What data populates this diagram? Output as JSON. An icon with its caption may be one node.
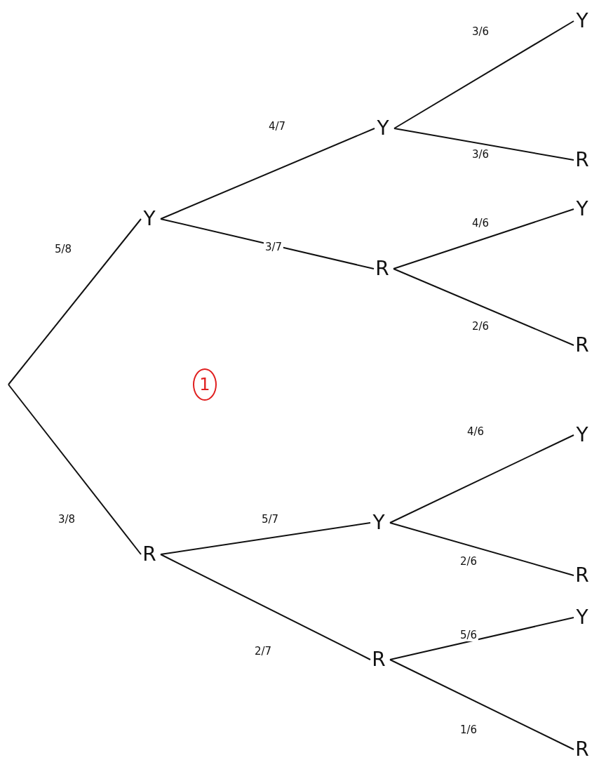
{
  "diagram": {
    "nodes": [
      {
        "text": [
          "Y"
        ]
      },
      {
        "text": [
          "Y"
        ]
      },
      {
        "text": [
          "Y"
        ]
      },
      {
        "text": [
          "R"
        ]
      },
      {
        "text": [
          "R"
        ]
      },
      {
        "text": [
          "Y"
        ]
      },
      {
        "text": [
          "R"
        ]
      },
      {
        "text": [
          "R"
        ]
      },
      {
        "text": [
          "Y"
        ]
      },
      {
        "text": [
          "Y"
        ]
      },
      {
        "text": [
          "R"
        ]
      },
      {
        "text": [
          "R"
        ]
      },
      {
        "text": [
          "Y"
        ]
      },
      {
        "text": [
          "R"
        ]
      }
    ],
    "edges": [
      {
        "from": null,
        "to": 0,
        "arrow": "none",
        "label": "5/8"
      },
      {
        "from": null,
        "to": 7,
        "arrow": "none",
        "label": "3/8"
      },
      {
        "from": 0,
        "to": 1,
        "arrow": "none",
        "label": "4/7"
      },
      {
        "from": 0,
        "to": 4,
        "arrow": "none",
        "label": "3/7"
      },
      {
        "from": 1,
        "to": 2,
        "arrow": "none",
        "label": "3/6"
      },
      {
        "from": 1,
        "to": 3,
        "arrow": "none",
        "label": "3/6"
      },
      {
        "from": 4,
        "to": 5,
        "arrow": "none",
        "label": "4/6"
      },
      {
        "from": 4,
        "to": 6,
        "arrow": "none",
        "label": "2/6"
      },
      {
        "from": 7,
        "to": 8,
        "arrow": "none",
        "label": "5/7"
      },
      {
        "from": 7,
        "to": 11,
        "arrow": "none",
        "label": "2/7"
      },
      {
        "from": 8,
        "to": 9,
        "arrow": "none",
        "label": "4/6"
      },
      {
        "from": 8,
        "to": 10,
        "arrow": "none",
        "label": "2/6"
      },
      {
        "from": 11,
        "to": 12,
        "arrow": "none",
        "label": "5/6"
      },
      {
        "from": 11,
        "to": 13,
        "arrow": "none",
        "label": "1/6"
      }
    ],
    "labels": [
      "1"
    ]
  }
}
